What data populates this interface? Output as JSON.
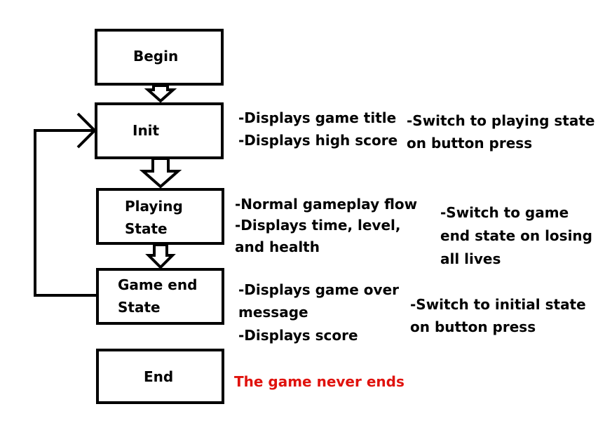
{
  "states": {
    "begin": "Begin",
    "init": "Init",
    "playing": [
      "Playing",
      "State"
    ],
    "game_end": [
      "Game end",
      "State"
    ],
    "end": "End"
  },
  "notes": {
    "init_display": [
      "-Displays game title",
      "-Displays high score"
    ],
    "init_switch": [
      "-Switch to playing state",
      "on button press"
    ],
    "playing_display": [
      "-Normal gameplay flow",
      "-Displays time, level,",
      "and health"
    ],
    "playing_switch": [
      "-Switch to game",
      "end state on losing",
      "all lives"
    ],
    "game_end_display": [
      "-Displays game over",
      "message",
      "-Displays score"
    ],
    "game_end_switch": [
      "-Switch to initial state",
      "on button press"
    ],
    "end_note": "The game never ends"
  },
  "colors": {
    "line": "#000000",
    "highlight": "#e0120d"
  }
}
